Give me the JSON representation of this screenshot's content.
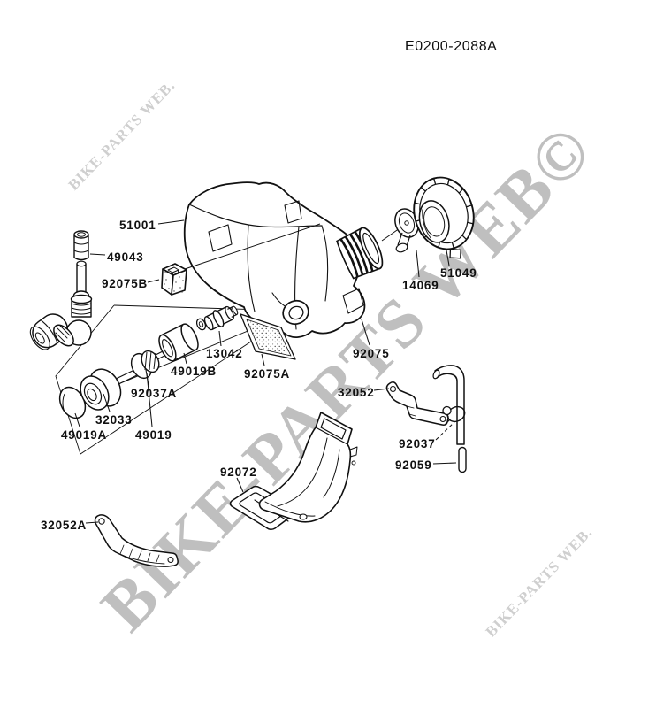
{
  "diagram_code": "E0200-2088A",
  "watermarks": {
    "corner_text": "BIKE-PARTS WEB.",
    "center_text": "BIKE-PARTS WEB©"
  },
  "colors": {
    "background": "#ffffff",
    "line": "#111111",
    "watermark_center": "#bfbfbf",
    "watermark_corner": "#cfcfcf"
  },
  "parts": [
    {
      "number": "51001"
    },
    {
      "number": "49043"
    },
    {
      "number": "92075B"
    },
    {
      "number": "13042"
    },
    {
      "number": "49019B"
    },
    {
      "number": "92037A"
    },
    {
      "number": "32033"
    },
    {
      "number": "49019A"
    },
    {
      "number": "49019"
    },
    {
      "number": "92075A"
    },
    {
      "number": "92075"
    },
    {
      "number": "14069"
    },
    {
      "number": "51049"
    },
    {
      "number": "32052"
    },
    {
      "number": "92037"
    },
    {
      "number": "92059"
    },
    {
      "number": "92072"
    },
    {
      "number": "32052A"
    }
  ]
}
